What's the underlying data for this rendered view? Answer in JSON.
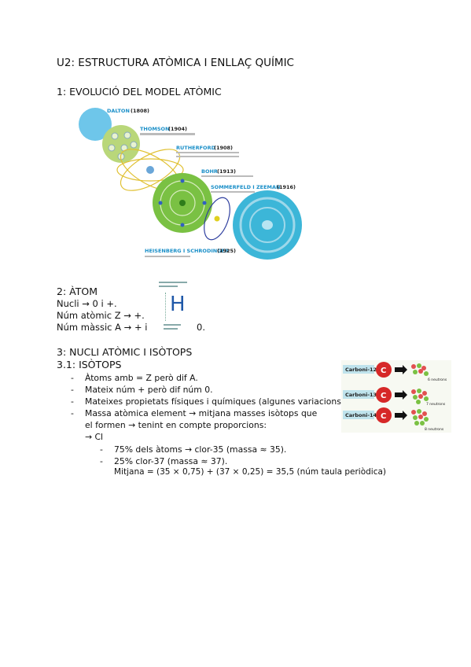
{
  "title": "U2: ESTRUCTURA ATÒMICA I ENLLAÇ QUÍMIC",
  "section1": {
    "heading": "1: EVOLUCIÓ DEL MODEL ATÒMIC",
    "models": [
      {
        "name": "DALTON",
        "year": "(1808)"
      },
      {
        "name": "THOMSON",
        "year": "(1904)"
      },
      {
        "name": "RUTHERFORD",
        "year": "(1908)"
      },
      {
        "name": "BOHR",
        "year": "(1913)"
      },
      {
        "name": "SOMMERFELD I ZEEMAN",
        "year": "(1916)"
      },
      {
        "name": "HEISENBERG I SCHRODINGER",
        "year": "(1925)"
      }
    ],
    "colors": {
      "dalton": "#6ec6ea",
      "thomson": "#b9d77a",
      "bohr": "#7ac143",
      "sommerfeld": "#3cb6d8",
      "label_blue": "#1a8fc8"
    }
  },
  "section2": {
    "heading": "2: ÀTOM",
    "lines": [
      "Nucli → 0 i +.",
      "Núm atòmic Z → +.",
      "Núm màssic A → + i",
      "0."
    ],
    "element_symbol": "H"
  },
  "section3": {
    "heading": "3: NUCLI ATÒMIC I ISÒTOPS",
    "subheading": "3.1: ISÒTOPS",
    "items": [
      "Àtoms amb = Z però dif A.",
      "Mateix núm + però dif núm 0.",
      "Mateixes propietats físiques i químiques (algunes variacions).",
      "Massa atòmica element → mitjana masses isòtops que",
      "el formen → tenint en compte proporcions:",
      "→ Cl"
    ],
    "subitems": [
      "75% dels àtoms → clor-35 (massa ≈ 35).",
      "25% clor-37 (massa ≈ 37)."
    ],
    "formula": "Mitjana = (35 × 0,75) + (37 × 0,25) = 35,5 (núm taula periòdica)",
    "isotopes": [
      {
        "label": "Carboni-12",
        "symbol": "C",
        "neutrons": "6 neutrons"
      },
      {
        "label": "Carboni-13",
        "symbol": "C",
        "neutrons": "7 neutrons"
      },
      {
        "label": "Carboni-14",
        "symbol": "C",
        "neutrons": "8 neutrons"
      }
    ]
  }
}
